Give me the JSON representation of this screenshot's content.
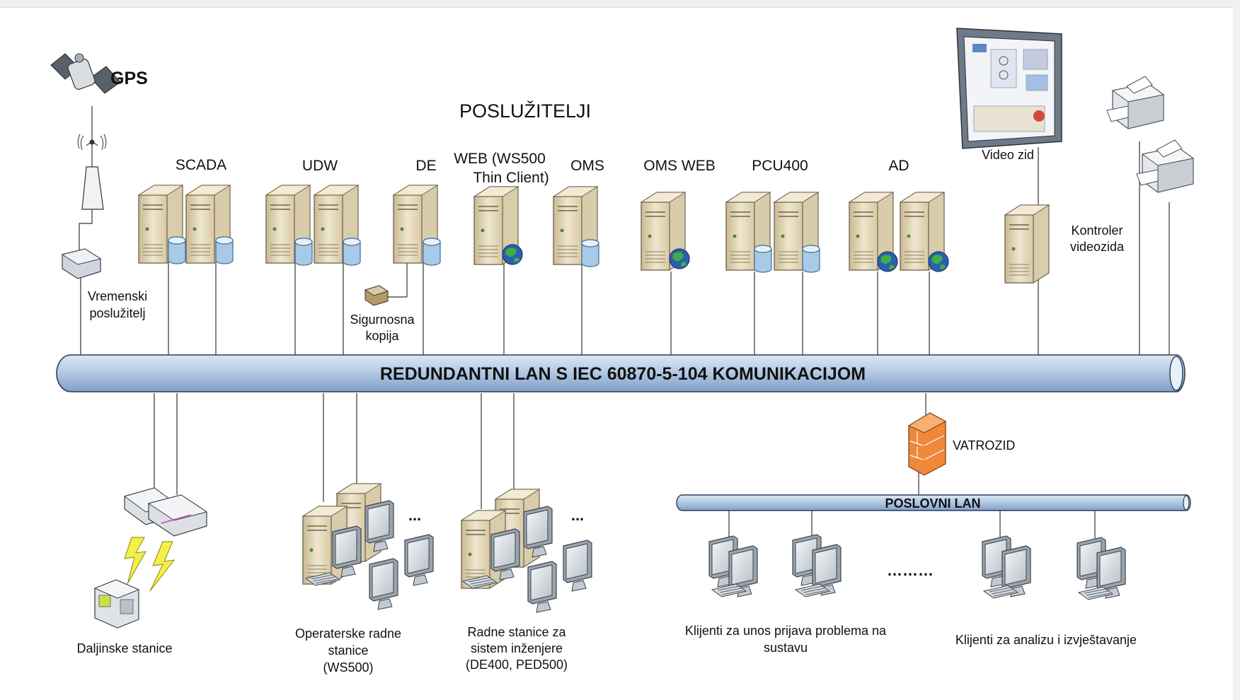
{
  "title": "POSLUŽITELJI",
  "gps_label": "GPS",
  "time_server": [
    "Vremenski",
    "poslužitelj"
  ],
  "backup": [
    "Sigurnosna",
    "kopija"
  ],
  "servers": [
    {
      "label": "SCADA"
    },
    {
      "label": "UDW"
    },
    {
      "label": "DE"
    },
    {
      "label": [
        "WEB (WS500",
        "Thin Client)"
      ]
    },
    {
      "label": "OMS"
    },
    {
      "label": "OMS WEB"
    },
    {
      "label": "PCU400"
    },
    {
      "label": "AD"
    }
  ],
  "video_wall": "Video zid",
  "video_controller": [
    "Kontroler",
    "videozida"
  ],
  "main_lan": "REDUNDANTNI LAN S IEC 60870-5-104 KOMUNIKACIJOM",
  "firewall": "VATROZID",
  "business_lan": "POSLOVNI LAN",
  "remote_stations": "Daljinske stanice",
  "operator_ws": [
    "Operaterske radne",
    "stanice",
    "(WS500)"
  ],
  "engineer_ws": [
    "Radne stanice za",
    "sistem inženjere",
    "(DE400, PED500)"
  ],
  "ellipsis": "...",
  "ellipsis_long": "………",
  "clients_problem": [
    "Klijenti za unos prijava problema na",
    "sustavu"
  ],
  "clients_analysis": "Klijenti za analizu i izvještavanje",
  "colors": {
    "pipe": "#b9cde6",
    "pipe_dark": "#6e8db6",
    "server": "#e8dcc0",
    "db": "#a9c9e8",
    "globe": "#2f8f3a",
    "firewall": "#f08a3c"
  }
}
